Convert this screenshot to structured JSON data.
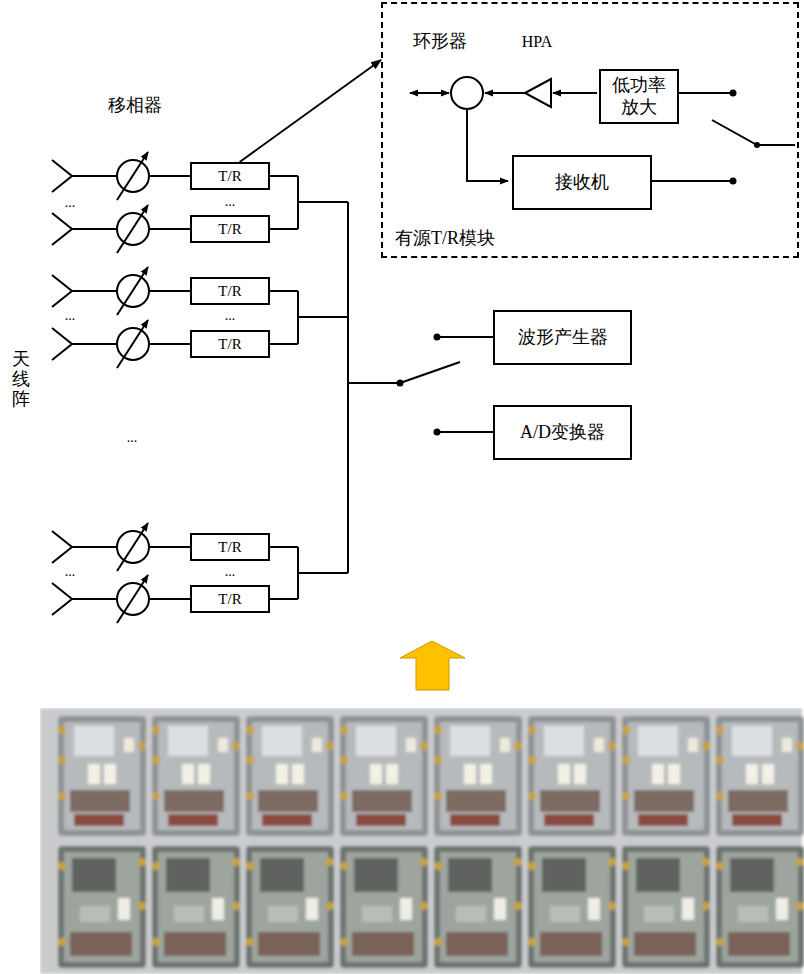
{
  "diagram": {
    "nodes": [
      {
        "text": [
          "有源T/R模块"
        ]
      },
      {
        "text": [
          "低功率 放大"
        ],
        "in": 0
      },
      {
        "text": [
          "接收机"
        ],
        "in": 0
      },
      {
        "text": [
          "T/R"
        ]
      },
      {
        "text": [
          "T/R"
        ]
      },
      {
        "text": [
          "T/R"
        ]
      },
      {
        "text": [
          "T/R"
        ]
      },
      {
        "text": [
          "T/R"
        ]
      },
      {
        "text": [
          "T/R"
        ]
      },
      {
        "text": [
          "波形产生器"
        ]
      },
      {
        "text": [
          "A/D变换器"
        ]
      }
    ],
    "edges": [
      {
        "from": 3,
        "to": 0,
        "arrow": "to"
      }
    ],
    "labels": [
      "环形器",
      "HPA",
      "移相器",
      "...",
      "...",
      "...",
      "...",
      "天线阵",
      "...",
      "...",
      "..."
    ]
  }
}
